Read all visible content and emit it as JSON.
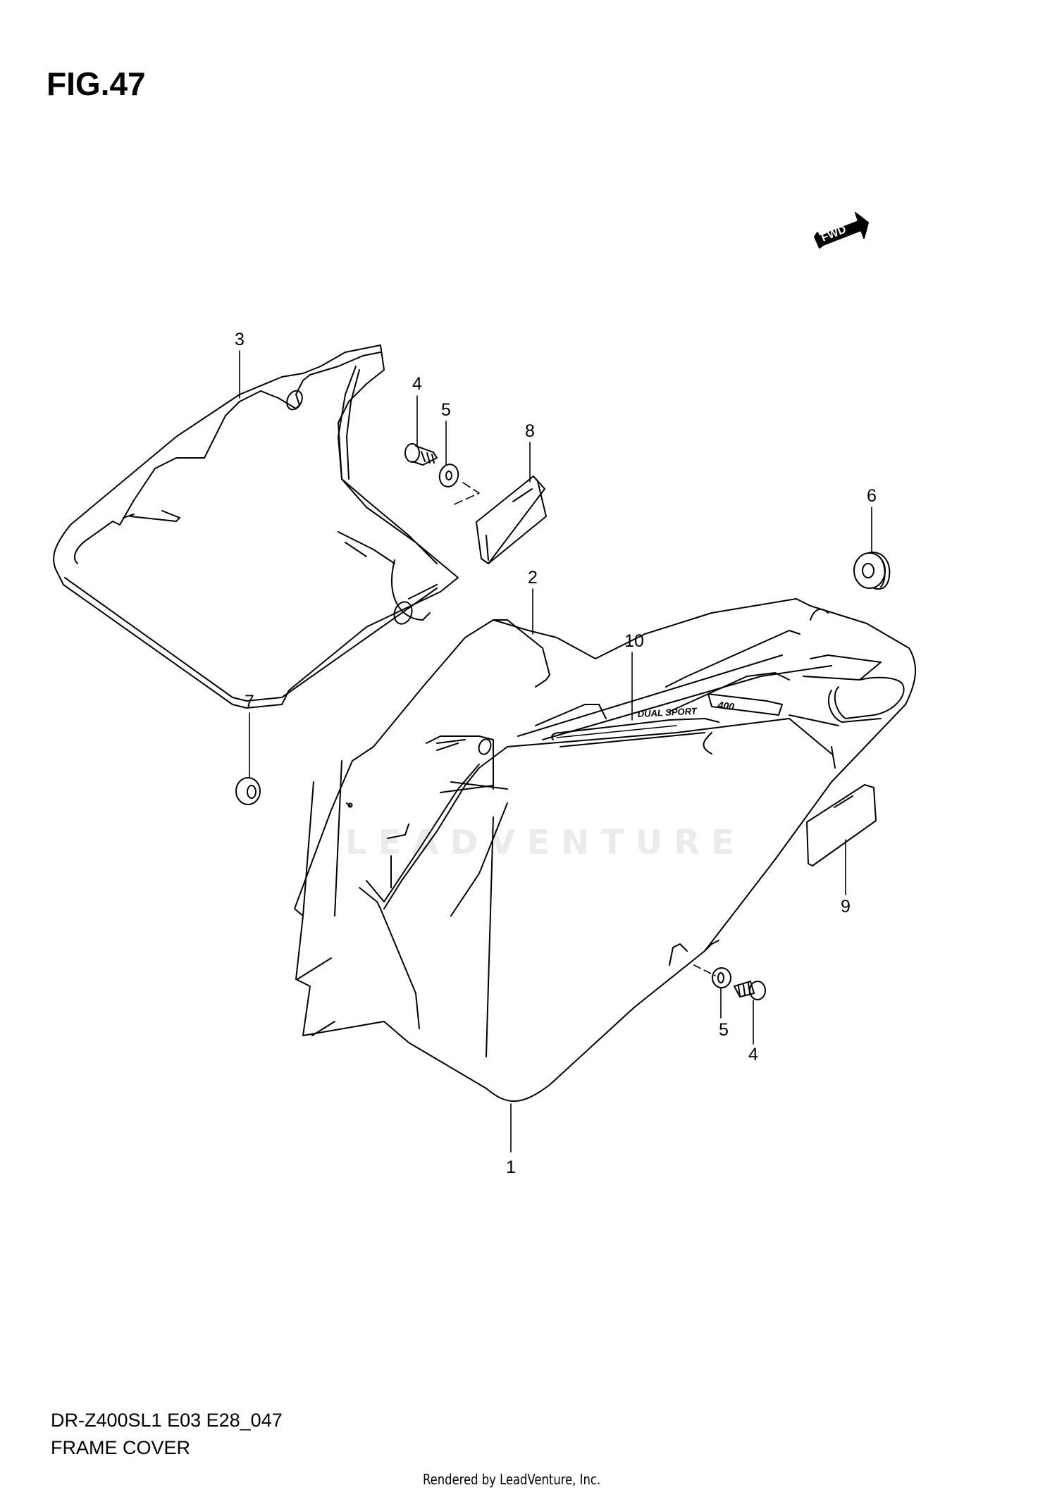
{
  "figure": {
    "title": "FIG.47",
    "direction_indicator": "FWD",
    "watermark": "LEADVENTURE",
    "model_code": "DR-Z400SL1 E03 E28_047",
    "section_name": "FRAME COVER",
    "rendered_by": "Rendered by LeadVenture, Inc."
  },
  "callouts": [
    {
      "number": "1",
      "part": "frame-cover-right"
    },
    {
      "number": "2",
      "part": "frame-cover-inner-panel"
    },
    {
      "number": "3",
      "part": "frame-cover-left"
    },
    {
      "number": "4",
      "part": "bolt-upper"
    },
    {
      "number": "5",
      "part": "washer-upper"
    },
    {
      "number": "6",
      "part": "grommet-right"
    },
    {
      "number": "7",
      "part": "grommet-left"
    },
    {
      "number": "8",
      "part": "cushion-upper"
    },
    {
      "number": "9",
      "part": "cushion-lower"
    },
    {
      "number": "10",
      "part": "emblem-decal"
    },
    {
      "number": "5",
      "part": "washer-lower"
    },
    {
      "number": "4",
      "part": "bolt-lower"
    }
  ],
  "decal_text": [
    "DUAL SPORT",
    "400"
  ],
  "colors": {
    "line": "#000000",
    "background": "#ffffff",
    "watermark": "#ebebeb"
  }
}
